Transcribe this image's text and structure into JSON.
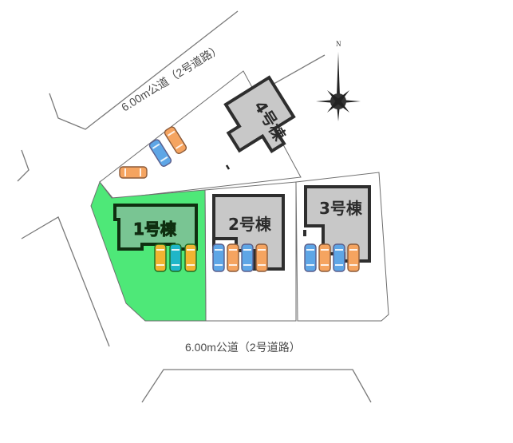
{
  "roads": {
    "north": {
      "label": "6.00m公道（2号道路）"
    },
    "south": {
      "label": "6.00m公道（2号道路）"
    }
  },
  "compass": {
    "north_label": "N"
  },
  "colors": {
    "highlight_lot": "#4ee878",
    "highlight_building": "#79c593",
    "building_gray": "#c8c8c8",
    "outline": "#2e2e2e",
    "car_blue": "#5ea6e6",
    "car_orange": "#f5a460",
    "car_yellow": "#f0b431",
    "car_teal": "#1fb6c8"
  },
  "lots": [
    {
      "id": 1,
      "label": "1号棟",
      "highlighted": true,
      "parking_spaces": 3,
      "cars": [
        "yellow",
        "teal",
        "yellow"
      ]
    },
    {
      "id": 2,
      "label": "2号棟",
      "highlighted": false,
      "parking_spaces": 4,
      "cars": [
        "blue",
        "orange",
        "blue",
        "orange"
      ]
    },
    {
      "id": 3,
      "label": "3号棟",
      "highlighted": false,
      "parking_spaces": 4,
      "cars": [
        "blue",
        "orange",
        "blue",
        "orange"
      ]
    },
    {
      "id": 4,
      "label": "4号棟",
      "highlighted": false,
      "parking_spaces": 3,
      "cars": [
        "orange",
        "blue",
        "orange"
      ]
    }
  ]
}
